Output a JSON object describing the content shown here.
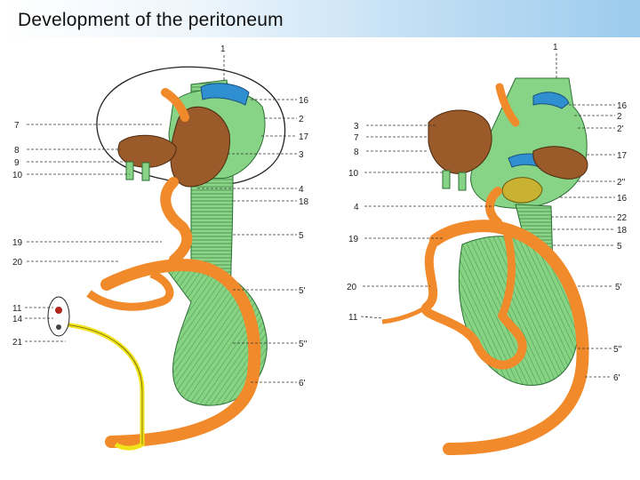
{
  "title": "Development of the peritoneum",
  "left_figure": {
    "labels": [
      {
        "text": "1"
      },
      {
        "text": "16"
      },
      {
        "text": "2"
      },
      {
        "text": "17"
      },
      {
        "text": "3"
      },
      {
        "text": "7"
      },
      {
        "text": "8"
      },
      {
        "text": "9"
      },
      {
        "text": "10"
      },
      {
        "text": "4"
      },
      {
        "text": "18"
      },
      {
        "text": "5"
      },
      {
        "text": "19"
      },
      {
        "text": "20"
      },
      {
        "text": "5'"
      },
      {
        "text": "11"
      },
      {
        "text": "14"
      },
      {
        "text": "21"
      },
      {
        "text": "5''"
      },
      {
        "text": "6'"
      }
    ]
  },
  "right_figure": {
    "labels": [
      {
        "text": "1"
      },
      {
        "text": "16"
      },
      {
        "text": "2"
      },
      {
        "text": "2'"
      },
      {
        "text": "3"
      },
      {
        "text": "7"
      },
      {
        "text": "8"
      },
      {
        "text": "10"
      },
      {
        "text": "17"
      },
      {
        "text": "2''"
      },
      {
        "text": "16"
      },
      {
        "text": "4"
      },
      {
        "text": "22"
      },
      {
        "text": "18"
      },
      {
        "text": "19"
      },
      {
        "text": "5"
      },
      {
        "text": "20"
      },
      {
        "text": "5'"
      },
      {
        "text": "11"
      },
      {
        "text": "5''"
      },
      {
        "text": "6'"
      }
    ]
  },
  "colors": {
    "mesentery": "#7ccf7a",
    "mesentery_dark": "#3f8a45",
    "gut": "#f08a2a",
    "liver": "#9a5a2a",
    "spleen_blue": "#2f8fd0",
    "vitelline": "#f2e21a"
  }
}
